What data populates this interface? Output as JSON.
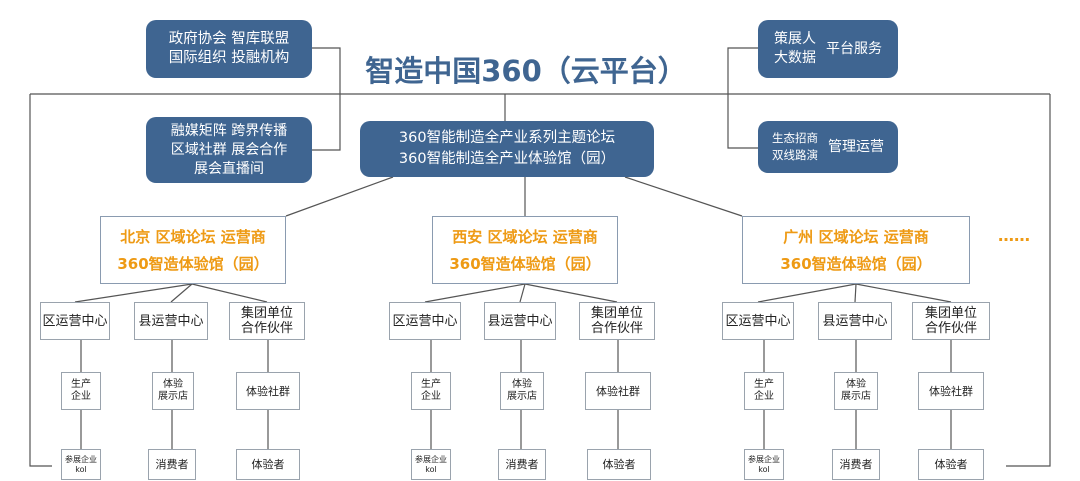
{
  "title": "智造中国360（云平台）",
  "top_left_box": [
    "政府协会  智库联盟",
    "国际组织  投融机构"
  ],
  "mid_left_box": [
    "融媒矩阵  跨界传播",
    "区域社群  展会合作",
    "展会直播间"
  ],
  "top_right_box": {
    "left": [
      "策展人",
      "大数据"
    ],
    "right": "平台服务"
  },
  "mid_right_box": {
    "left": [
      "生态招商",
      "双线路演"
    ],
    "right": "管理运营"
  },
  "center_box": [
    "360智能制造全产业系列主题论坛",
    "360智能制造全产业体验馆（园）"
  ],
  "regions": [
    {
      "line1": "北京  区域论坛  运营商",
      "line2": "360智造体验馆（园）"
    },
    {
      "line1": "西安  区域论坛  运营商",
      "line2": "360智造体验馆（园）"
    },
    {
      "line1": "广州    区域论坛   运营商",
      "line2": "360智造体验馆（园）"
    }
  ],
  "ellipsis": "……",
  "level2": [
    "区运营中心",
    "县运营中心",
    "集团单位\n合作伙伴"
  ],
  "level3": [
    "生产\n企业",
    "体验\n展示店",
    "体验社群"
  ],
  "level4": [
    "参展企业\nkol",
    "消费者",
    "体验者"
  ],
  "colors": {
    "box_blue": "#3f6591",
    "orange": "#ee9a14",
    "line": "#555555"
  }
}
